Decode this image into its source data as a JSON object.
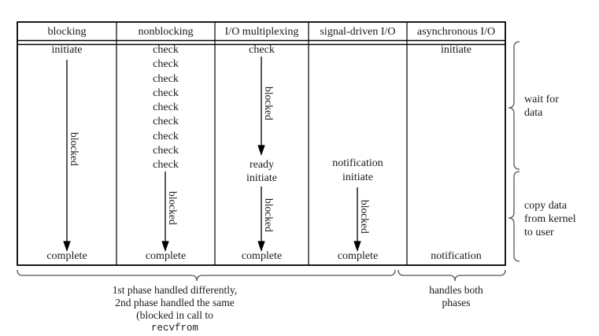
{
  "diagram": {
    "headers": [
      "blocking",
      "nonblocking",
      "I/O multiplexing",
      "signal-driven I/O",
      "asynchronous I/O"
    ],
    "col1": {
      "top": "initiate",
      "bottom": "complete"
    },
    "col2": {
      "checks": [
        "check",
        "check",
        "check",
        "check",
        "check",
        "check",
        "check",
        "check",
        "check"
      ],
      "bottom": "complete"
    },
    "col3": {
      "top": "check",
      "ready": "ready",
      "initiate": "initiate",
      "bottom": "complete"
    },
    "col4": {
      "notification": "notification",
      "initiate": "initiate",
      "bottom": "complete"
    },
    "col5": {
      "top": "initiate",
      "bottom": "notification"
    },
    "labels": {
      "blocked": "blocked",
      "wait_line1": "wait for",
      "wait_line2": "data",
      "copy_line1": "copy data",
      "copy_line2": "from kernel",
      "copy_line3": "to user",
      "phase_line1": "1st phase handled differently,",
      "phase_line2": "2nd phase handled the same",
      "phase_line3_pre": "(blocked in call to ",
      "phase_line3_code": "recvfrom",
      "phase_line3_post": ")",
      "handles_line1": "handles both",
      "handles_line2": "phases"
    },
    "colors": {
      "ink": "#1a1a1a",
      "line": "#000000",
      "brace": "#555555"
    }
  }
}
